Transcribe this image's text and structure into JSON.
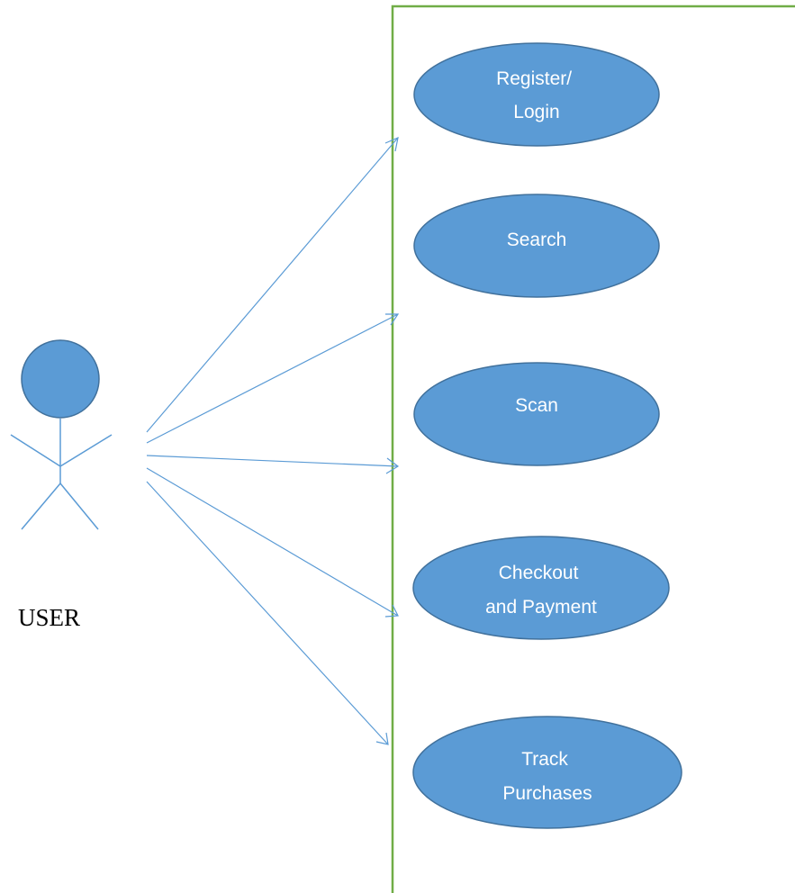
{
  "actor": {
    "label": "USER"
  },
  "use_cases": [
    {
      "id": "register-login",
      "lines": [
        "Register/",
        "Login"
      ]
    },
    {
      "id": "search",
      "lines": [
        "Search"
      ]
    },
    {
      "id": "scan",
      "lines": [
        "Scan"
      ]
    },
    {
      "id": "checkout-payment",
      "lines": [
        "Checkout",
        "and Payment"
      ]
    },
    {
      "id": "track-purchases",
      "lines": [
        "Track",
        "Purchases"
      ]
    }
  ],
  "colors": {
    "use_case_fill": "#5b9bd5",
    "use_case_stroke": "#41719c",
    "use_case_text": "#ffffff",
    "association_line": "#5b9bd5",
    "system_boundary": "#70ad47"
  }
}
